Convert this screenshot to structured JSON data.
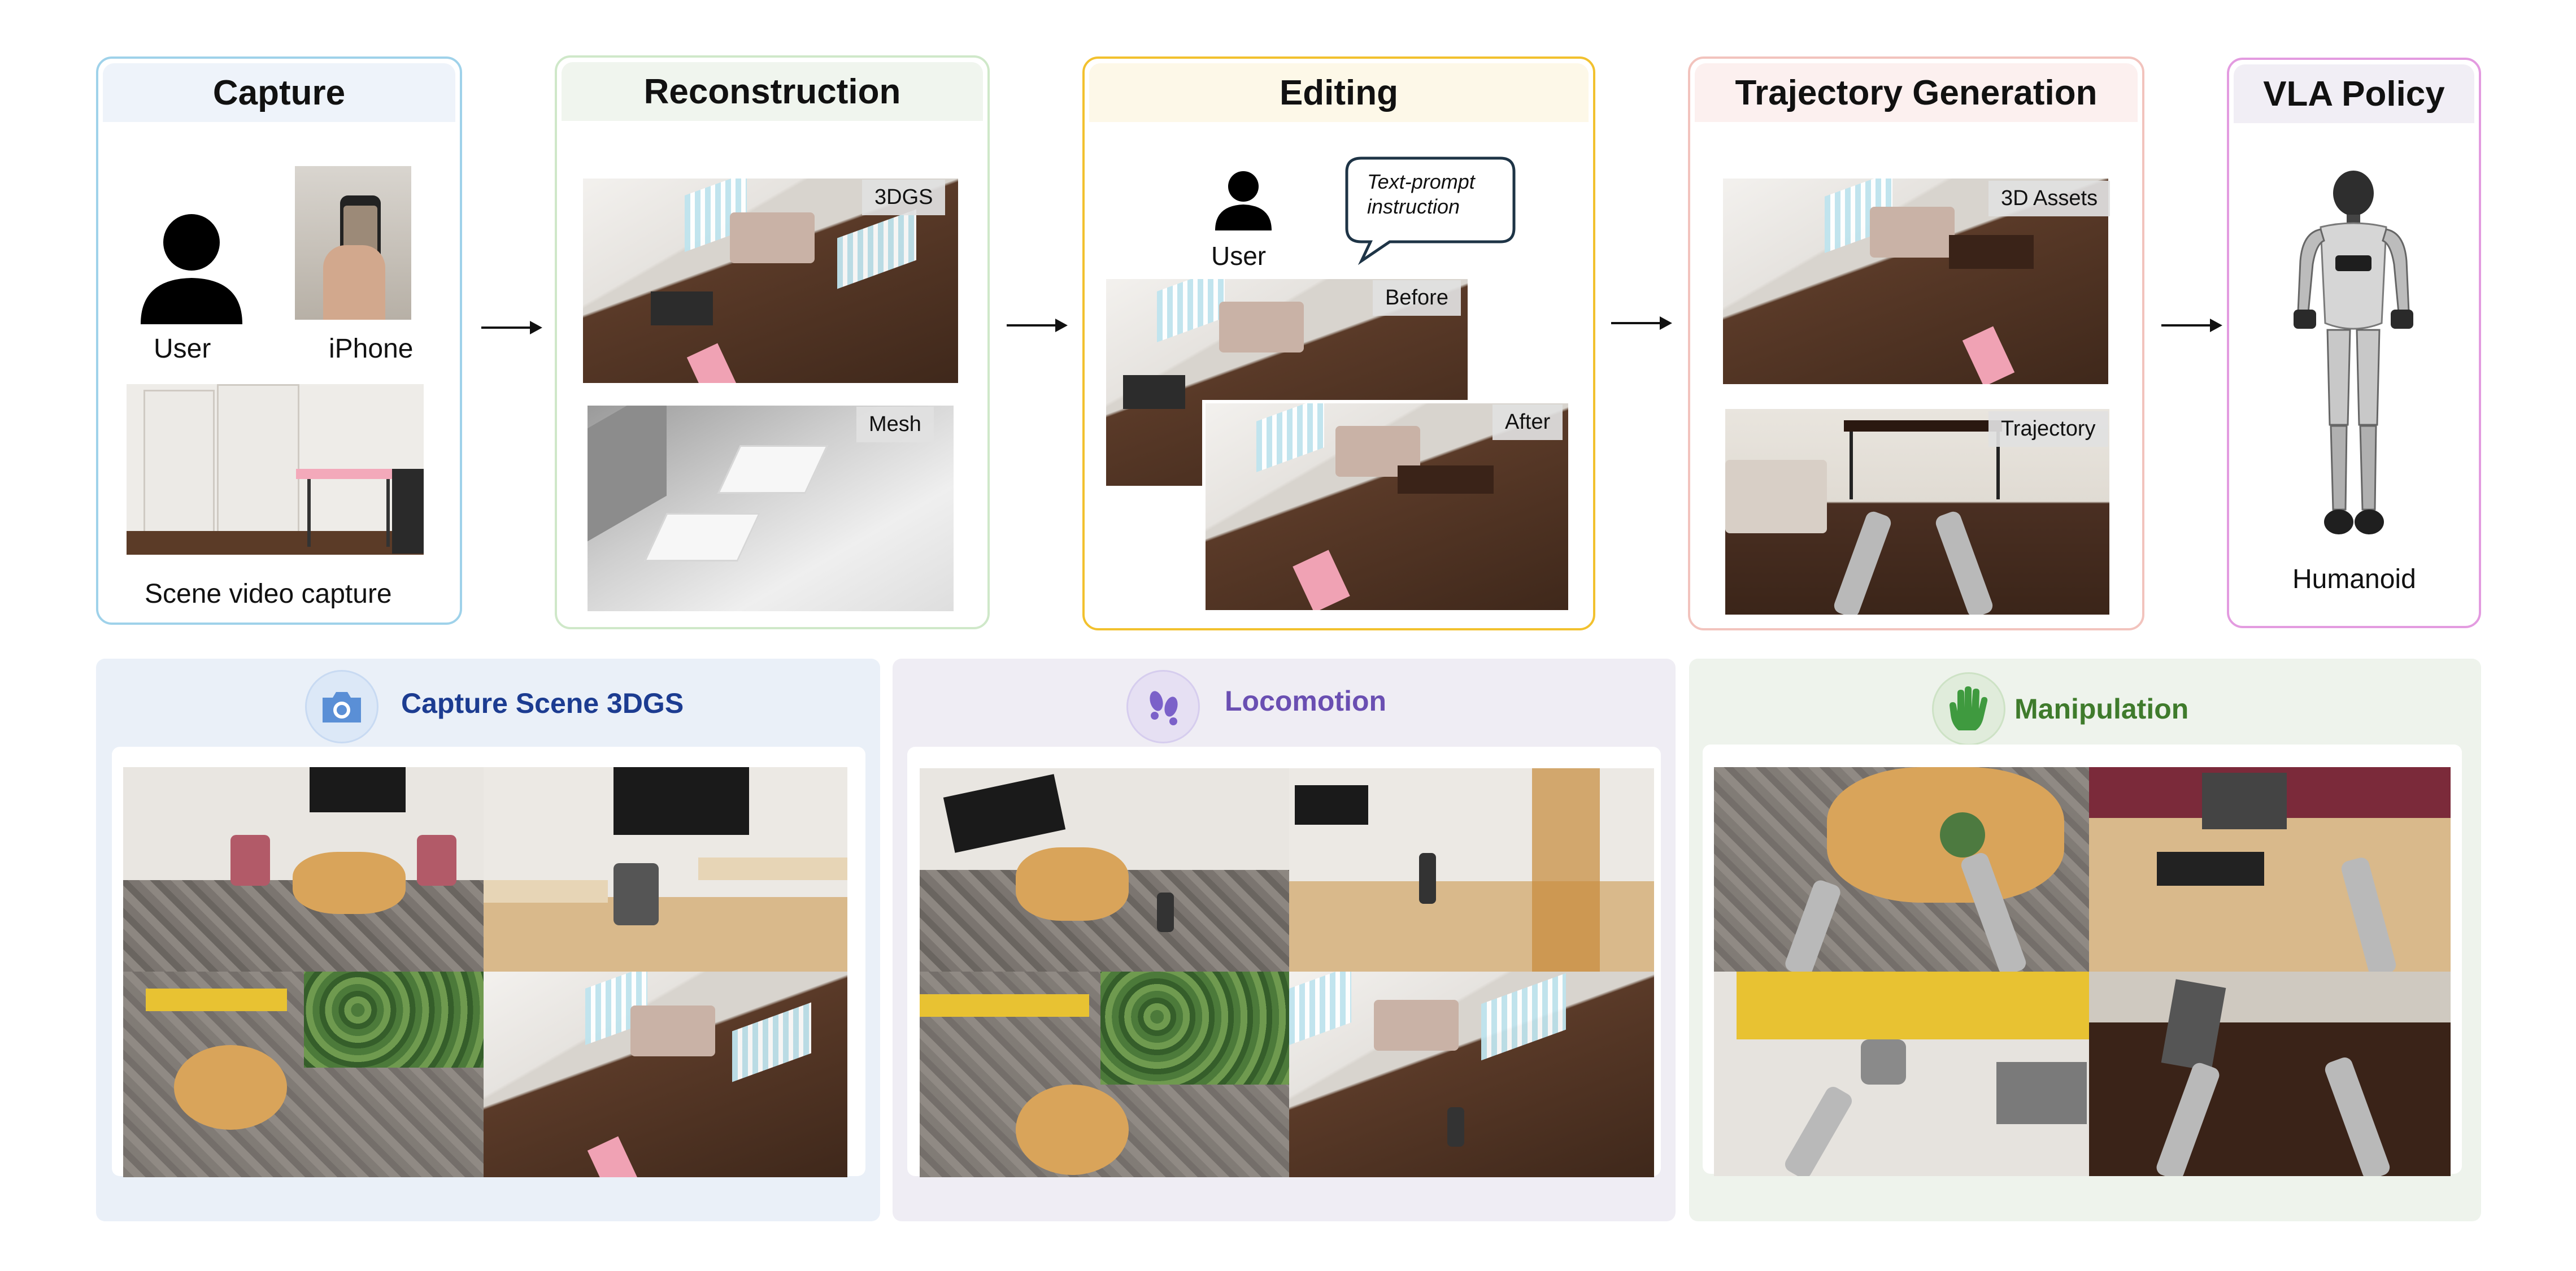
{
  "stages": {
    "capture": {
      "title": "Capture",
      "user_label": "User",
      "iphone_label": "iPhone",
      "video_label": "Scene video capture"
    },
    "reconstruction": {
      "title": "Reconstruction",
      "tag_3dgs": "3DGS",
      "tag_mesh": "Mesh"
    },
    "editing": {
      "title": "Editing",
      "user_label": "User",
      "prompt_text": "Text-prompt instruction",
      "tag_before": "Before",
      "tag_after": "After"
    },
    "trajectory": {
      "title": "Trajectory Generation",
      "tag_assets": "3D Assets",
      "tag_trajectory": "Trajectory"
    },
    "vla": {
      "title": "VLA Policy",
      "humanoid_label": "Humanoid"
    }
  },
  "panels": {
    "capture_scene": {
      "title": "Capture Scene 3DGS",
      "icon": "camera-icon"
    },
    "locomotion": {
      "title": "Locomotion",
      "icon": "footprints-icon"
    },
    "manipulation": {
      "title": "Manipulation",
      "icon": "hand-icon"
    }
  },
  "colors": {
    "capture_border": "#9fd2ea",
    "reconstruction_border": "#cfe8c9",
    "editing_border": "#f2c12e",
    "trajectory_border": "#f2c3bd",
    "vla_border": "#e39be0",
    "capture_panel_bg": "#eaf0f8",
    "locomotion_panel_bg": "#efedf4",
    "manipulation_panel_bg": "#eef3ec",
    "capture_title": "#1c3c91",
    "locomotion_title": "#6a4fb2",
    "manipulation_title": "#3f7b2c"
  }
}
